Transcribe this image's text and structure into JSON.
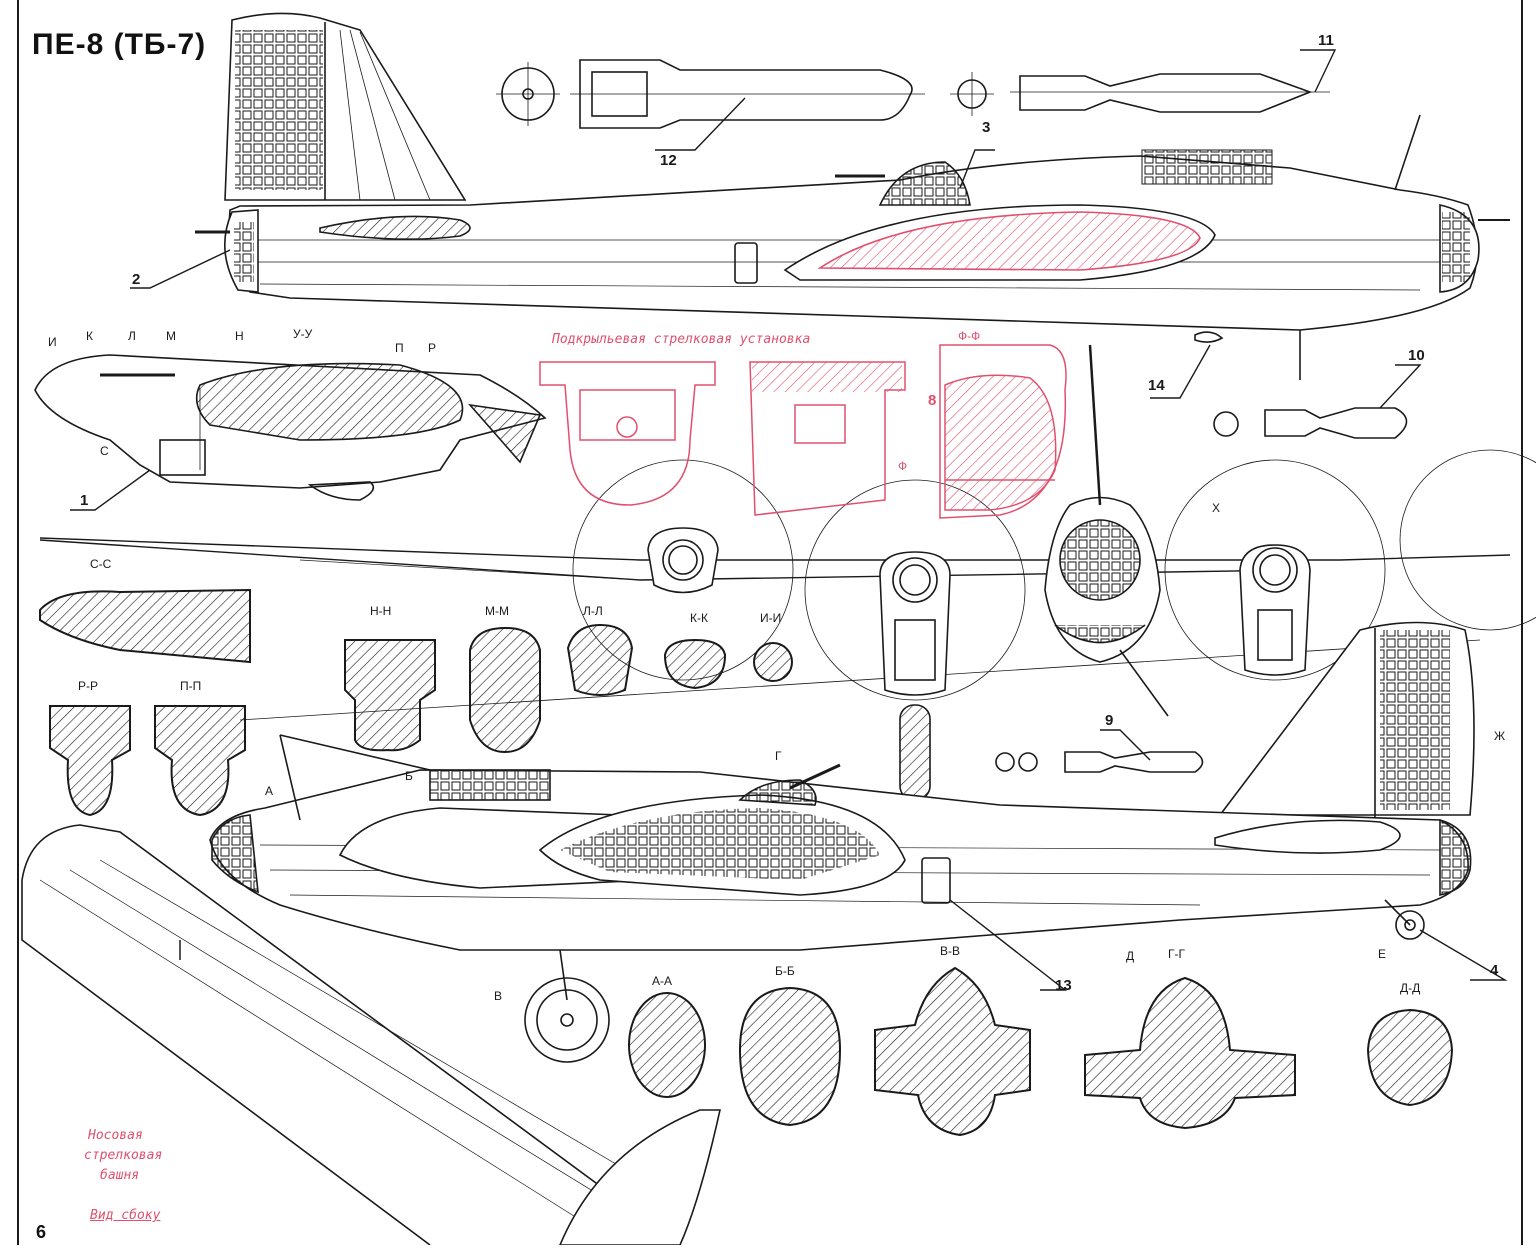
{
  "title": "ПЕ-8 (ТБ-7)",
  "page_number": "6",
  "callouts": [
    "1",
    "2",
    "3",
    "4",
    "8",
    "9",
    "10",
    "11",
    "12",
    "13",
    "14"
  ],
  "section_labels": {
    "uu": "У-У",
    "ff": "Ф-Ф",
    "ss": "С-С",
    "rr": "Р-Р",
    "pp": "П-П",
    "nn": "Н-Н",
    "mm": "М-М",
    "ll": "Л-Л",
    "kk": "К-К",
    "ii": "И-И",
    "aa": "А-А",
    "bb": "Б-Б",
    "vv": "В-В",
    "gg": "Г-Г",
    "dd": "Д-Д"
  },
  "cut_marks": {
    "i": "И",
    "k": "К",
    "l": "Л",
    "m": "М",
    "n": "Н",
    "p": "П",
    "r": "Р",
    "a": "А",
    "b": "Б",
    "g": "Г",
    "v": "В",
    "d": "Д",
    "e": "Е",
    "zh": "Ж",
    "x": "Х",
    "c": "С",
    "f": "Ф"
  },
  "annotations": {
    "underwing_turret": "Подкрыльевая стрелковая установка",
    "nose_turret_1": "Носовая",
    "nose_turret_2": "стрелковая",
    "nose_turret_3": "башня",
    "side_view": "Вид сбоку"
  },
  "colors": {
    "ink": "#1a1a1a",
    "accent": "#e0506e"
  }
}
